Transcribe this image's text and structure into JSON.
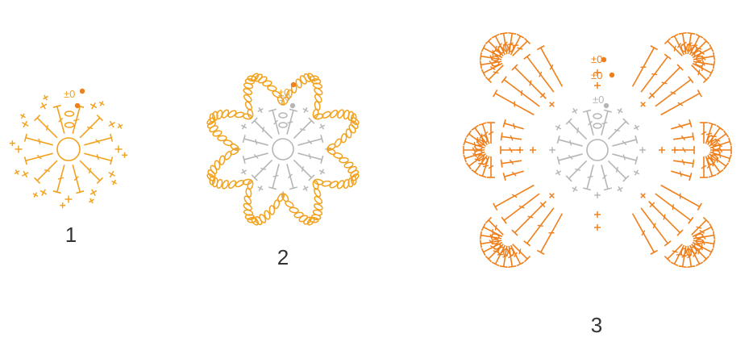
{
  "diagrams": [
    {
      "label": "1",
      "rounds": 1
    },
    {
      "label": "2",
      "rounds": 2
    },
    {
      "label": "3",
      "rounds": 3
    }
  ],
  "colors": {
    "current_round_diagram1": "#f2a21d",
    "current_round_diagram2": "#f2a21d",
    "current_round_diagram3": "#ef7f1a",
    "previous_rounds": "#b6b6b6",
    "marker_dot_current": "#ef7f1a",
    "marker_dot_previous": "#b6b6b6",
    "label_text": "#333333"
  },
  "symbols": {
    "chain": "chain-oval-icon",
    "double_crochet": "double-crochet-icon",
    "single_crochet": "single-crochet-cross-icon",
    "start_marker": "plus-zero-icon",
    "slip_stitch": "slip-stitch-dot-icon",
    "magic_ring": "magic-ring-icon"
  },
  "start_marker_text": "±0"
}
